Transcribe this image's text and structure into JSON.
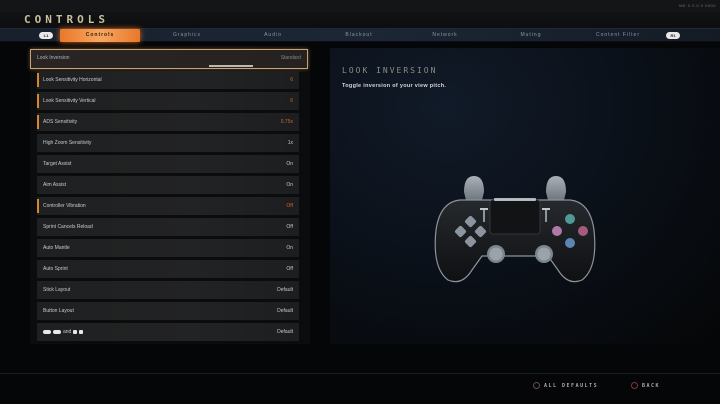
{
  "window": {
    "corner_text": "ME 0.0.0.0 0000"
  },
  "header": {
    "title": "CONTROLS"
  },
  "tabs": {
    "left_bumper": "L1",
    "right_bumper": "R1",
    "items": [
      {
        "label": "Controls",
        "active": true
      },
      {
        "label": "Graphics",
        "active": false
      },
      {
        "label": "Audio",
        "active": false
      },
      {
        "label": "Blackout",
        "active": false
      },
      {
        "label": "Network",
        "active": false
      },
      {
        "label": "Muting",
        "active": false
      },
      {
        "label": "Content Filter",
        "active": false
      }
    ]
  },
  "settings": {
    "rows": [
      {
        "label": "Look Inversion",
        "value": "Standard",
        "selected": true,
        "modified": false
      },
      {
        "label": "Look Sensitivity Horizontal",
        "value": "6",
        "selected": false,
        "modified": true
      },
      {
        "label": "Look Sensitivity Vertical",
        "value": "6",
        "selected": false,
        "modified": true
      },
      {
        "label": "ADS Sensitivity",
        "value": "0.75x",
        "selected": false,
        "modified": true
      },
      {
        "label": "High Zoom Sensitivity",
        "value": "1x",
        "selected": false,
        "modified": false
      },
      {
        "label": "Target Assist",
        "value": "On",
        "selected": false,
        "modified": false
      },
      {
        "label": "Aim Assist",
        "value": "On",
        "selected": false,
        "modified": false
      },
      {
        "label": "Controller Vibration",
        "value": "Off",
        "selected": false,
        "modified": true
      },
      {
        "label": "Sprint Cancels Reload",
        "value": "Off",
        "selected": false,
        "modified": false
      },
      {
        "label": "Auto Mantle",
        "value": "On",
        "selected": false,
        "modified": false
      },
      {
        "label": "Auto Sprint",
        "value": "Off",
        "selected": false,
        "modified": false
      },
      {
        "label": "Stick Layout",
        "value": "Default",
        "selected": false,
        "modified": false
      },
      {
        "label": "Button Layout",
        "value": "Default",
        "selected": false,
        "modified": false
      },
      {
        "label": "and",
        "value": "Default",
        "selected": false,
        "modified": false
      }
    ]
  },
  "description": {
    "title": "LOOK INVERSION",
    "text": "Toggle inversion of your view pitch."
  },
  "footer": {
    "all_defaults": "ALL DEFAULTS",
    "back": "BACK"
  },
  "colors": {
    "accent_orange": "#e8782a",
    "modified_value": "#c86a2a",
    "selected_border": "#c8a37a"
  }
}
